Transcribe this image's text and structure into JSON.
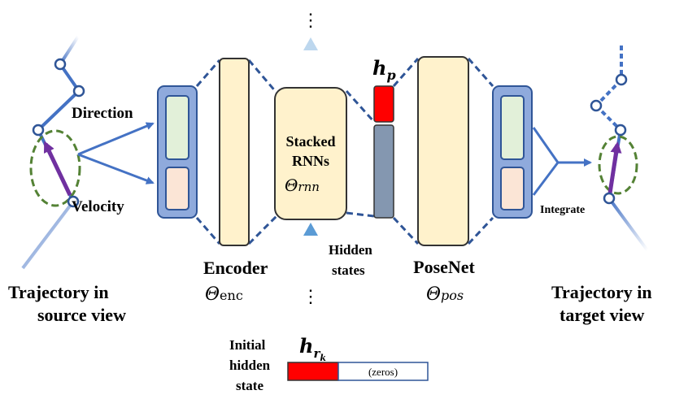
{
  "labels": {
    "direction": "Direction",
    "velocity": "Velocity",
    "traj_source_1": "Trajectory in",
    "traj_source_2": "source view",
    "traj_target_1": "Trajectory in",
    "traj_target_2": "target view",
    "encoder": "Encoder",
    "theta_enc_sym": "Θ",
    "theta_enc_sub": "enc",
    "rnn_1": "Stacked",
    "rnn_2": "RNNs",
    "theta_rnn_sym": "Θ",
    "theta_rnn_sub": "rnn",
    "hidden_1": "Hidden",
    "hidden_2": "states",
    "posenet": "PoseNet",
    "theta_pos_sym": "Θ",
    "theta_pos_sub": "pos",
    "hp_sym": "h",
    "hp_sub": "p",
    "integrate": "Integrate",
    "init_1": "Initial",
    "init_2": "hidden",
    "init_3": "state",
    "hrk_sym": "h",
    "hrk_sub": "r",
    "hrk_subsub": "k",
    "zeros": "(zeros)",
    "vdots": "⋮"
  },
  "colors": {
    "blue_line": "#4472c4",
    "blue_box": "#8faadc",
    "blue_box_border": "#2f5597",
    "beige": "#fff2cc",
    "beige_border": "#c9b58a",
    "green_cell": "#e2f0d9",
    "peach_cell": "#fbe5d6",
    "purple": "#7030a0",
    "green_dash": "#548235",
    "red": "#ff0000",
    "slate": "#8497b0",
    "arrow_light": "#9dc3e6"
  }
}
